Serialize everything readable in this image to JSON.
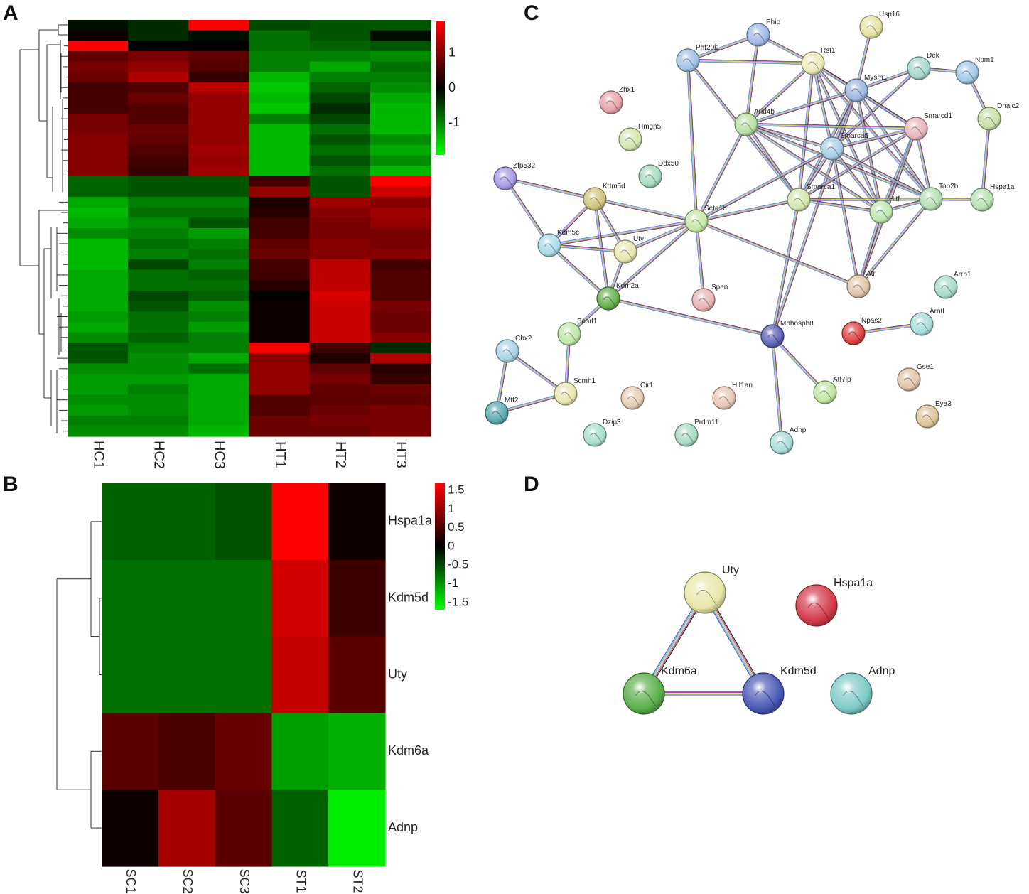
{
  "panels": {
    "a": "A",
    "b": "B",
    "c": "C",
    "d": "D"
  },
  "colors": {
    "high": "#ff0000",
    "mid": "#000000",
    "low": "#00ff00"
  },
  "chart_data": [
    {
      "panel": "A",
      "type": "heatmap",
      "title": "",
      "columns": [
        "HC1",
        "HC2",
        "HC3",
        "HT1",
        "HT2",
        "HT3"
      ],
      "colorbar_ticks": [
        "1",
        "0",
        "-1"
      ],
      "value_range": [
        -1.8,
        1.9
      ],
      "row_dendrogram": true,
      "values": [
        [
          -0.1,
          -0.3,
          1.9,
          -0.5,
          -0.6,
          -0.6
        ],
        [
          0.1,
          -0.3,
          -0.1,
          -0.8,
          -0.6,
          -0.1
        ],
        [
          1.9,
          0.0,
          0.0,
          -0.8,
          -0.7,
          -0.6
        ],
        [
          0.7,
          0.9,
          0.7,
          -0.9,
          -0.9,
          -1.0
        ],
        [
          0.9,
          1.1,
          0.6,
          -0.9,
          -1.2,
          -0.8
        ],
        [
          0.8,
          1.3,
          0.4,
          -1.3,
          -0.9,
          -0.9
        ],
        [
          0.5,
          0.6,
          1.4,
          -1.4,
          -0.7,
          -1.0
        ],
        [
          0.5,
          0.8,
          1.1,
          -1.3,
          -0.5,
          -1.2
        ],
        [
          0.5,
          0.6,
          1.1,
          -1.4,
          -0.3,
          -1.3
        ],
        [
          0.9,
          0.6,
          1.1,
          -0.9,
          -0.5,
          -1.3
        ],
        [
          0.9,
          0.8,
          1.1,
          -1.3,
          -0.8,
          -1.3
        ],
        [
          1.0,
          0.7,
          1.1,
          -1.3,
          -0.6,
          -1.0
        ],
        [
          1.0,
          0.6,
          1.2,
          -1.3,
          -0.8,
          -1.2
        ],
        [
          1.0,
          0.5,
          1.1,
          -1.3,
          -0.6,
          -1.0
        ],
        [
          1.0,
          0.4,
          1.2,
          -1.3,
          -0.8,
          -1.3
        ],
        [
          -0.7,
          -0.6,
          -0.6,
          0.5,
          -0.6,
          1.9
        ],
        [
          -0.7,
          -0.6,
          -0.6,
          1.1,
          -0.6,
          1.5
        ],
        [
          -1.2,
          -0.9,
          -0.9,
          0.2,
          1.2,
          1.0
        ],
        [
          -1.3,
          -0.8,
          -0.8,
          0.3,
          1.0,
          1.2
        ],
        [
          -1.2,
          -1.0,
          -0.6,
          0.5,
          0.9,
          1.1
        ],
        [
          -1.0,
          -0.9,
          -1.1,
          0.5,
          0.9,
          0.9
        ],
        [
          -1.3,
          -0.8,
          -0.9,
          0.7,
          1.0,
          0.9
        ],
        [
          -1.3,
          -0.9,
          -0.8,
          0.8,
          1.0,
          1.0
        ],
        [
          -1.3,
          -0.5,
          -0.9,
          0.5,
          1.4,
          0.5
        ],
        [
          -1.2,
          -0.8,
          -0.7,
          0.5,
          1.4,
          0.6
        ],
        [
          -1.2,
          -0.8,
          -0.8,
          0.3,
          1.4,
          0.6
        ],
        [
          -1.2,
          -0.5,
          -0.7,
          0.0,
          1.6,
          0.6
        ],
        [
          -1.2,
          -0.6,
          -1.0,
          0.1,
          1.5,
          0.9
        ],
        [
          -1.1,
          -0.8,
          -0.9,
          0.1,
          1.5,
          0.8
        ],
        [
          -1.2,
          -0.8,
          -1.1,
          0.1,
          1.5,
          0.8
        ],
        [
          -1.0,
          -0.7,
          -0.9,
          0.1,
          1.5,
          1.0
        ],
        [
          -0.6,
          -0.9,
          -0.9,
          1.9,
          0.5,
          -0.3
        ],
        [
          -0.6,
          -1.0,
          -1.2,
          1.0,
          0.2,
          1.3
        ],
        [
          -1.0,
          -1.0,
          -0.8,
          1.1,
          0.7,
          0.3
        ],
        [
          -1.1,
          -1.1,
          -1.2,
          1.1,
          0.9,
          0.4
        ],
        [
          -1.1,
          -0.9,
          -1.2,
          1.1,
          0.7,
          0.8
        ],
        [
          -1.0,
          -1.0,
          -1.2,
          0.6,
          0.7,
          0.7
        ],
        [
          -1.1,
          -1.0,
          -1.2,
          0.6,
          0.8,
          0.9
        ],
        [
          -0.9,
          -0.9,
          -1.2,
          0.8,
          0.9,
          0.9
        ],
        [
          -1.0,
          -1.0,
          -1.3,
          0.8,
          0.8,
          0.9
        ]
      ]
    },
    {
      "panel": "B",
      "type": "heatmap",
      "title": "",
      "columns": [
        "SC1",
        "SC2",
        "SC3",
        "ST1",
        "ST2"
      ],
      "rows": [
        "Hspa1a",
        "Kdm5d",
        "Uty",
        "Kdm6a",
        "Adnp"
      ],
      "colorbar_ticks": [
        "1.5",
        "1",
        "0.5",
        "0",
        "-0.5",
        "-1",
        "-1.5"
      ],
      "value_range": [
        -1.6,
        1.7
      ],
      "row_dendrogram": true,
      "values": [
        [
          -0.6,
          -0.6,
          -0.5,
          1.7,
          0.1
        ],
        [
          -0.7,
          -0.7,
          -0.7,
          1.4,
          0.4
        ],
        [
          -0.7,
          -0.7,
          -0.7,
          1.3,
          0.6
        ],
        [
          0.6,
          0.5,
          0.7,
          -1.0,
          -1.1
        ],
        [
          0.1,
          1.1,
          0.6,
          -0.6,
          -1.5
        ]
      ]
    }
  ],
  "network_c": {
    "nodes": [
      {
        "label": "Phip",
        "color": "#9fb8e6"
      },
      {
        "label": "Usp16",
        "color": "#e4e2a2"
      },
      {
        "label": "Phf20l1",
        "color": "#9fc2e6"
      },
      {
        "label": "Rsf1",
        "color": "#ecebb8"
      },
      {
        "label": "Dek",
        "color": "#a8d8cc"
      },
      {
        "label": "Npm1",
        "color": "#a2c8e6"
      },
      {
        "label": "Mysm1",
        "color": "#9eb6e2"
      },
      {
        "label": "Zhx1",
        "color": "#e6a2aa"
      },
      {
        "label": "Dnajc2",
        "color": "#c6dfa6"
      },
      {
        "label": "Hmgn5",
        "color": "#d4e6ae"
      },
      {
        "label": "Arid4b",
        "color": "#b8e0a4"
      },
      {
        "label": "Smarcd1",
        "color": "#e8b6bc"
      },
      {
        "label": "Smarca5",
        "color": "#a6cde6"
      },
      {
        "label": "Ddx50",
        "color": "#a8dcc0"
      },
      {
        "label": "Zfp532",
        "color": "#a69ae6"
      },
      {
        "label": "Kdm5d",
        "color": "#cdc47c"
      },
      {
        "label": "Smarca1",
        "color": "#d4e6ae"
      },
      {
        "label": "Top2b",
        "color": "#b4e0b0"
      },
      {
        "label": "Hspa1a",
        "color": "#b4e0b0"
      },
      {
        "label": "Hltf",
        "color": "#bfe6b0"
      },
      {
        "label": "Setd1b",
        "color": "#c4e6a4"
      },
      {
        "label": "Kdm5c",
        "color": "#a8dce6"
      },
      {
        "label": "Uty",
        "color": "#e8e6b0"
      },
      {
        "label": "Arrb1",
        "color": "#a8dcc8"
      },
      {
        "label": "Atr",
        "color": "#e0c4a8"
      },
      {
        "label": "Spen",
        "color": "#e6b4b4"
      },
      {
        "label": "Kdm2a",
        "color": "#66b04c"
      },
      {
        "label": "Arntl",
        "color": "#a8dcdc"
      },
      {
        "label": "Npas2",
        "color": "#dc4040"
      },
      {
        "label": "Bcorl1",
        "color": "#bfe6a8"
      },
      {
        "label": "Mphosph8",
        "color": "#5a62b8"
      },
      {
        "label": "Cbx2",
        "color": "#a8d4e6"
      },
      {
        "label": "Gse1",
        "color": "#e0c4a8"
      },
      {
        "label": "Scmh1",
        "color": "#e8e6b0"
      },
      {
        "label": "Cir1",
        "color": "#e6ceb4"
      },
      {
        "label": "Hif1an",
        "color": "#e6c8b8"
      },
      {
        "label": "Atf7ip",
        "color": "#c4e6a4"
      },
      {
        "label": "Mtf2",
        "color": "#5aa8b0"
      },
      {
        "label": "Eya3",
        "color": "#dcc498"
      },
      {
        "label": "Dzip3",
        "color": "#a8e0cc"
      },
      {
        "label": "Prdm11",
        "color": "#a8dcc4"
      },
      {
        "label": "Adnp",
        "color": "#a8dcd8"
      }
    ],
    "edges": [
      [
        "Phip",
        "Phf20l1"
      ],
      [
        "Phip",
        "Rsf1"
      ],
      [
        "Phip",
        "Arid4b"
      ],
      [
        "Phf20l1",
        "Rsf1"
      ],
      [
        "Phf20l1",
        "Smarca1"
      ],
      [
        "Phf20l1",
        "Setd1b"
      ],
      [
        "Rsf1",
        "Smarca5"
      ],
      [
        "Rsf1",
        "Mysm1"
      ],
      [
        "Rsf1",
        "Smarca1"
      ],
      [
        "Rsf1",
        "Arid4b"
      ],
      [
        "Rsf1",
        "Hltf"
      ],
      [
        "Rsf1",
        "Top2b"
      ],
      [
        "Rsf1",
        "Smarcd1"
      ],
      [
        "Usp16",
        "Mysm1"
      ],
      [
        "Dek",
        "Smarca5"
      ],
      [
        "Dek",
        "Npm1"
      ],
      [
        "Dek",
        "Mysm1"
      ],
      [
        "Npm1",
        "Dnajc2"
      ],
      [
        "Dnajc2",
        "Hspa1a"
      ],
      [
        "Mysm1",
        "Smarca5"
      ],
      [
        "Mysm1",
        "Arid4b"
      ],
      [
        "Mysm1",
        "Smarca1"
      ],
      [
        "Mysm1",
        "Top2b"
      ],
      [
        "Mysm1",
        "Hltf"
      ],
      [
        "Mysm1",
        "Smarcd1"
      ],
      [
        "Mysm1",
        "Mphosph8"
      ],
      [
        "Arid4b",
        "Smarca5"
      ],
      [
        "Arid4b",
        "Smarca1"
      ],
      [
        "Arid4b",
        "Setd1b"
      ],
      [
        "Arid4b",
        "Hltf"
      ],
      [
        "Arid4b",
        "Smarcd1"
      ],
      [
        "Arid4b",
        "Top2b"
      ],
      [
        "Smarcd1",
        "Smarca5"
      ],
      [
        "Smarcd1",
        "Smarca1"
      ],
      [
        "Smarcd1",
        "Hltf"
      ],
      [
        "Smarcd1",
        "Top2b"
      ],
      [
        "Smarcd1",
        "Atr"
      ],
      [
        "Smarca5",
        "Smarca1"
      ],
      [
        "Smarca5",
        "Hltf"
      ],
      [
        "Smarca5",
        "Top2b"
      ],
      [
        "Smarca5",
        "Setd1b"
      ],
      [
        "Smarca5",
        "Atr"
      ],
      [
        "Smarca1",
        "Hltf"
      ],
      [
        "Smarca1",
        "Top2b"
      ],
      [
        "Smarca1",
        "Setd1b"
      ],
      [
        "Smarca1",
        "Mphosph8"
      ],
      [
        "Hltf",
        "Top2b"
      ],
      [
        "Hltf",
        "Atr"
      ],
      [
        "Top2b",
        "Hspa1a"
      ],
      [
        "Top2b",
        "Atr"
      ],
      [
        "Setd1b",
        "Kdm5d"
      ],
      [
        "Setd1b",
        "Kdm5c"
      ],
      [
        "Setd1b",
        "Uty"
      ],
      [
        "Setd1b",
        "Kdm2a"
      ],
      [
        "Setd1b",
        "Spen"
      ],
      [
        "Setd1b",
        "Atr"
      ],
      [
        "Zfp532",
        "Kdm5d"
      ],
      [
        "Zfp532",
        "Kdm5c"
      ],
      [
        "Kdm5d",
        "Kdm5c"
      ],
      [
        "Kdm5d",
        "Uty"
      ],
      [
        "Kdm5d",
        "Kdm2a"
      ],
      [
        "Kdm5c",
        "Uty"
      ],
      [
        "Kdm5c",
        "Kdm2a"
      ],
      [
        "Uty",
        "Kdm2a"
      ],
      [
        "Kdm2a",
        "Bcorl1"
      ],
      [
        "Kdm2a",
        "Mphosph8"
      ],
      [
        "Bcorl1",
        "Scmh1"
      ],
      [
        "Cbx2",
        "Scmh1"
      ],
      [
        "Cbx2",
        "Mtf2"
      ],
      [
        "Scmh1",
        "Mtf2"
      ],
      [
        "Mphosph8",
        "Atf7ip"
      ],
      [
        "Mphosph8",
        "Adnp"
      ],
      [
        "Npas2",
        "Arntl"
      ]
    ]
  },
  "network_d": {
    "nodes": [
      {
        "label": "Uty",
        "color": "#e8e6a8"
      },
      {
        "label": "Hspa1a",
        "color": "#d23a48"
      },
      {
        "label": "Kdm6a",
        "color": "#5aae4a"
      },
      {
        "label": "Kdm5d",
        "color": "#4a58b4"
      },
      {
        "label": "Adnp",
        "color": "#7ecac6"
      }
    ],
    "edges": [
      [
        "Uty",
        "Kdm6a"
      ],
      [
        "Uty",
        "Kdm5d"
      ],
      [
        "Kdm6a",
        "Kdm5d"
      ]
    ]
  }
}
